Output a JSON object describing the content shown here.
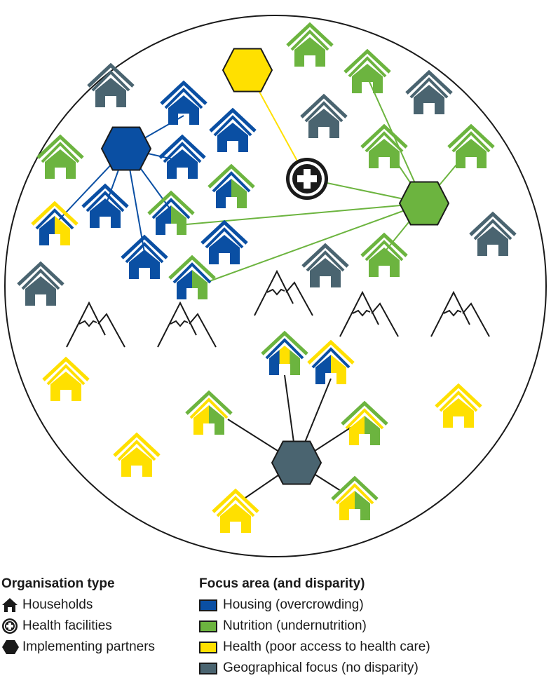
{
  "legend": {
    "organisation": {
      "title": "Organisation type",
      "items": [
        {
          "label": "Households",
          "icon": "house-icon"
        },
        {
          "label": "Health facilities",
          "icon": "health-facility-icon"
        },
        {
          "label": "Implementing partners",
          "icon": "hexagon-icon"
        }
      ]
    },
    "focus": {
      "title": "Focus area (and disparity)",
      "items": [
        {
          "label": "Housing (overcrowding)",
          "color": "#0a4fa3"
        },
        {
          "label": "Nutrition (undernutrition)",
          "color": "#6cb43f"
        },
        {
          "label": "Health (poor access to health care)",
          "color": "#ffe000"
        },
        {
          "label": "Geographical focus (no disparity)",
          "color": "#4a6470"
        }
      ]
    }
  },
  "colors": {
    "housing": "#0a4fa3",
    "nutrition": "#6cb43f",
    "health": "#ffe000",
    "geo": "#4a6470",
    "outline": "#1a1a1a"
  }
}
